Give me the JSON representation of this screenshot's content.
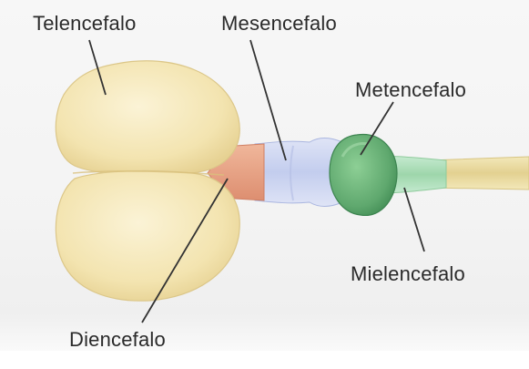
{
  "labels": {
    "telencefalo": "Telencefalo",
    "mesencefalo": "Mesencefalo",
    "metencefalo": "Metencefalo",
    "mielencefalo": "Mielencefalo",
    "diencefalo": "Diencefalo"
  },
  "colors": {
    "telencephalon": "#f4e7b8",
    "diencephalon": "#e8a184",
    "mesencephalon": "#c9d3ee",
    "metencephalon": "#5fa86e",
    "myelencephalon": "#a9dcb4",
    "spinal_cord": "#ecdfa3",
    "leader_lines": "#333333"
  }
}
